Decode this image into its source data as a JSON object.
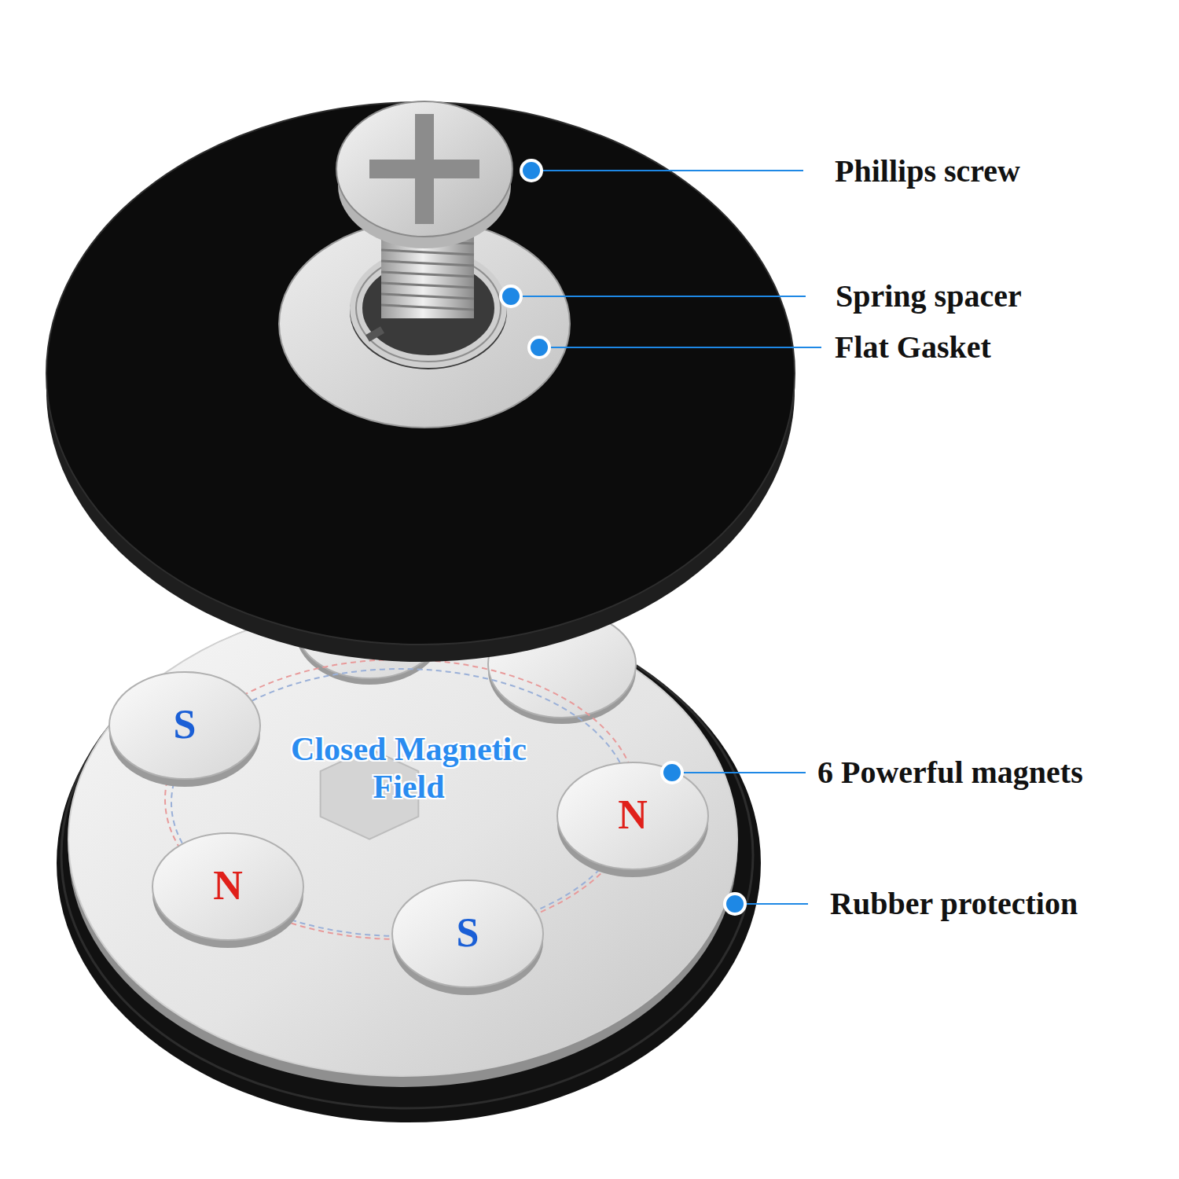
{
  "diagram": {
    "nodes": [
      {
        "text": [
          "Closed Magnetic Field"
        ]
      },
      {
        "text": [
          "S"
        ],
        "in": 0
      },
      {
        "text": [
          "N"
        ],
        "in": 0
      },
      {
        "text": [
          "N"
        ],
        "in": 0
      },
      {
        "text": [
          "S"
        ],
        "in": 0
      }
    ],
    "labels": [
      "Phillips screw",
      "Spring spacer",
      "Flat Gasket",
      "6 Powerful magnets",
      "Rubber protection"
    ]
  }
}
